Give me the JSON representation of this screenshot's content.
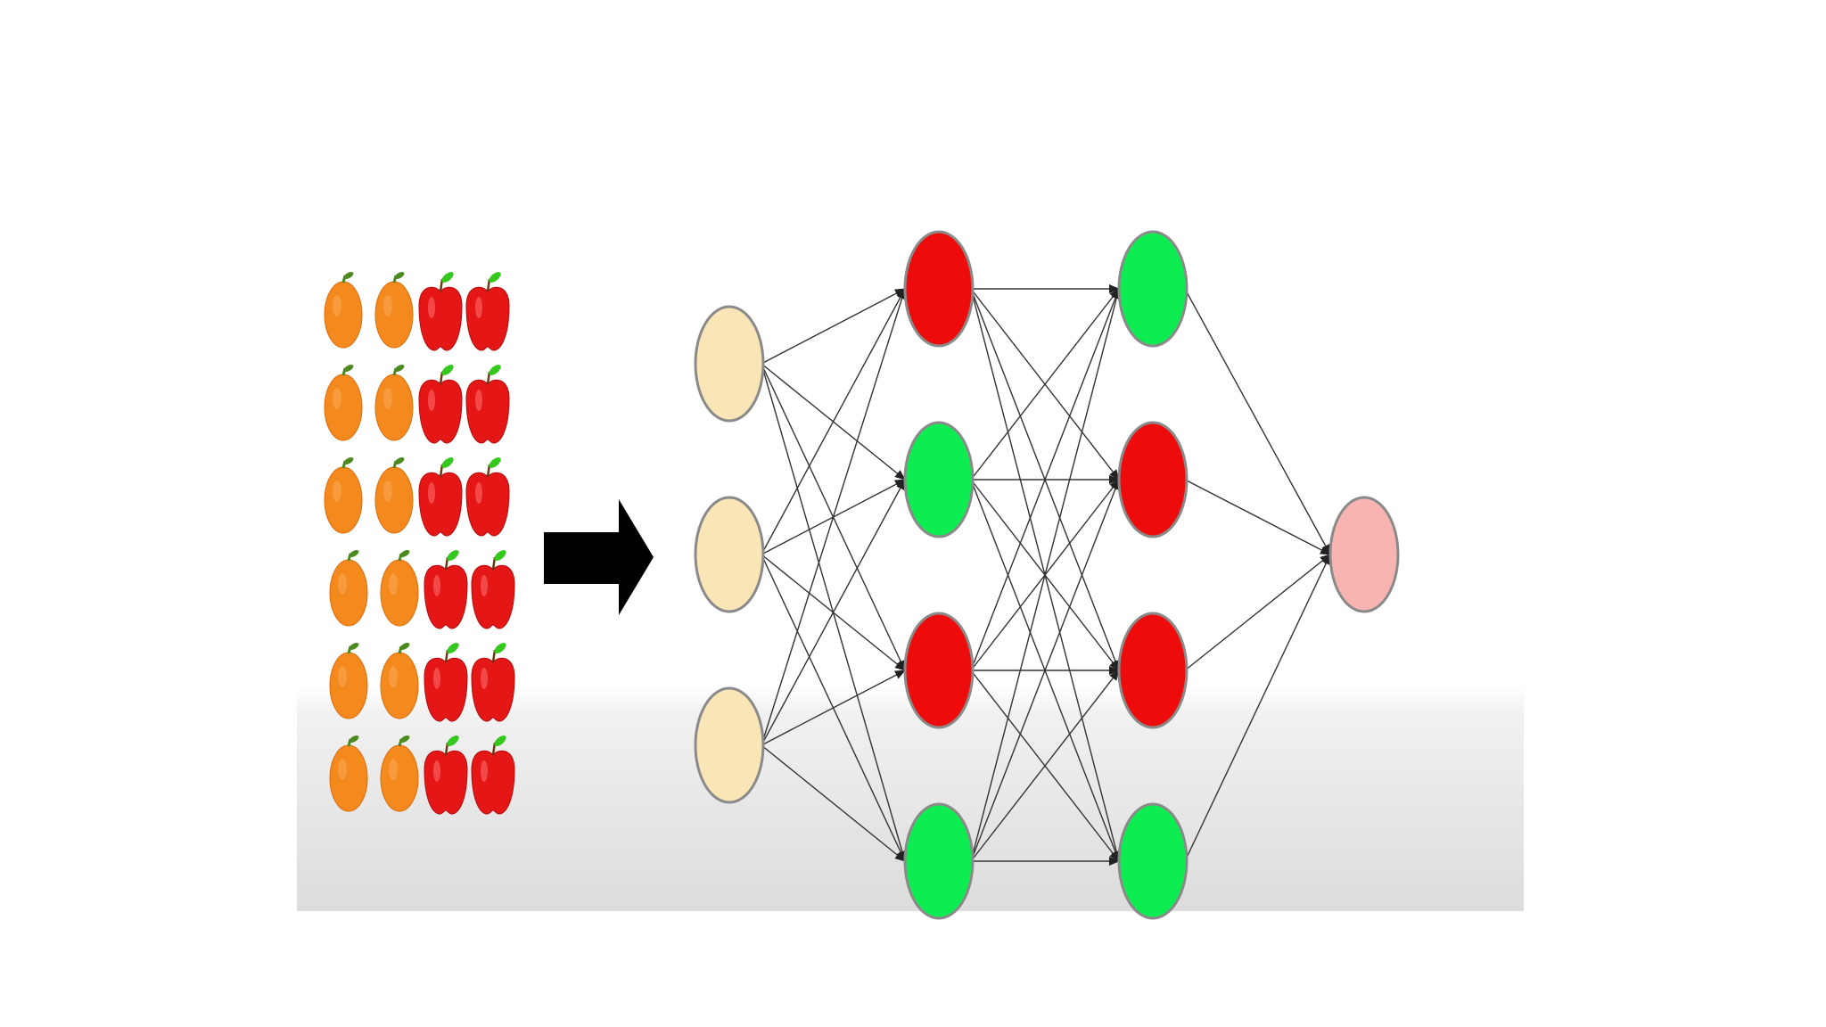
{
  "fruit_grid": {
    "rows": 6,
    "columns": [
      "orange",
      "orange",
      "apple",
      "apple"
    ],
    "colors": {
      "orange": "#f4891e",
      "orange_leaf": "#4a8a1e",
      "apple": "#e41616",
      "apple_leaf": "#35c81e"
    }
  },
  "arrow": {
    "color": "#000000"
  },
  "network": {
    "layers": [
      {
        "role": "input",
        "nodes": [
          "cream",
          "cream",
          "cream"
        ]
      },
      {
        "role": "hidden1",
        "nodes": [
          "red",
          "green",
          "red",
          "green"
        ]
      },
      {
        "role": "hidden2",
        "nodes": [
          "green",
          "red",
          "red",
          "green"
        ]
      },
      {
        "role": "output",
        "nodes": [
          "pink"
        ]
      }
    ],
    "connectivity": "fully-connected",
    "colors": {
      "cream": "#f9e5b6",
      "red": "#ee0b0b",
      "green": "#0ded52",
      "pink": "#f7b4b0",
      "node_stroke": "#8a8a8a",
      "edge": "#333333"
    }
  }
}
